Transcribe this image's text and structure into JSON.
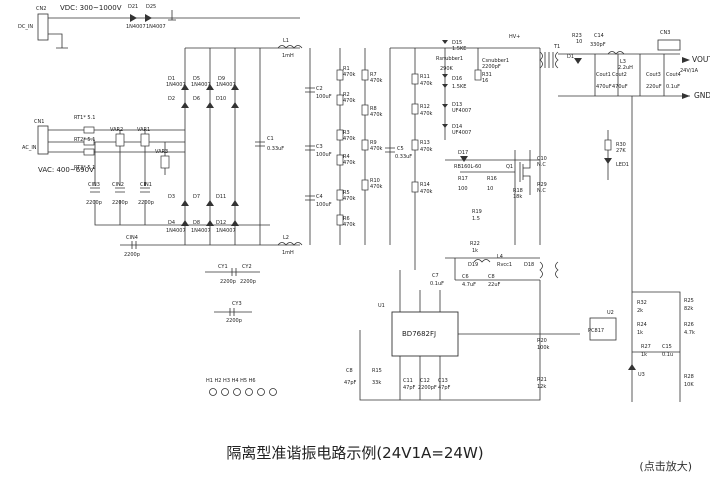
{
  "labels": {
    "cn2": "CN2",
    "dc_in": "DC_IN",
    "vdc": "VDC: 300~1000V",
    "cn1": "CN1",
    "ac_in": "AC_IN",
    "vac": "VAC: 400~690V",
    "cn3": "CN3",
    "vout": "VOUT",
    "vout_rating": "24V/1A",
    "gnd": "GND",
    "t1": "T1",
    "l1": "L1",
    "l2": "L2",
    "l3": "L3",
    "l4": "L4",
    "u1": "U1",
    "u1_part": "BD7682FJ",
    "u2": "U2",
    "u2_part": "PC817",
    "u3": "U3",
    "q1": "Q1",
    "led1": "LED1",
    "cin1": "CIN1",
    "cin2": "CIN2",
    "cin3": "CIN3",
    "cin4": "CIN4",
    "var1": "VAR1",
    "var2": "VAR2",
    "var3": "VAR3",
    "cy1": "CY1",
    "cy2": "CY2",
    "cy3": "CY3"
  },
  "title": "隔离型准谐振电路示例(24V1A=24W)",
  "hint": "(点击放大)"
}
